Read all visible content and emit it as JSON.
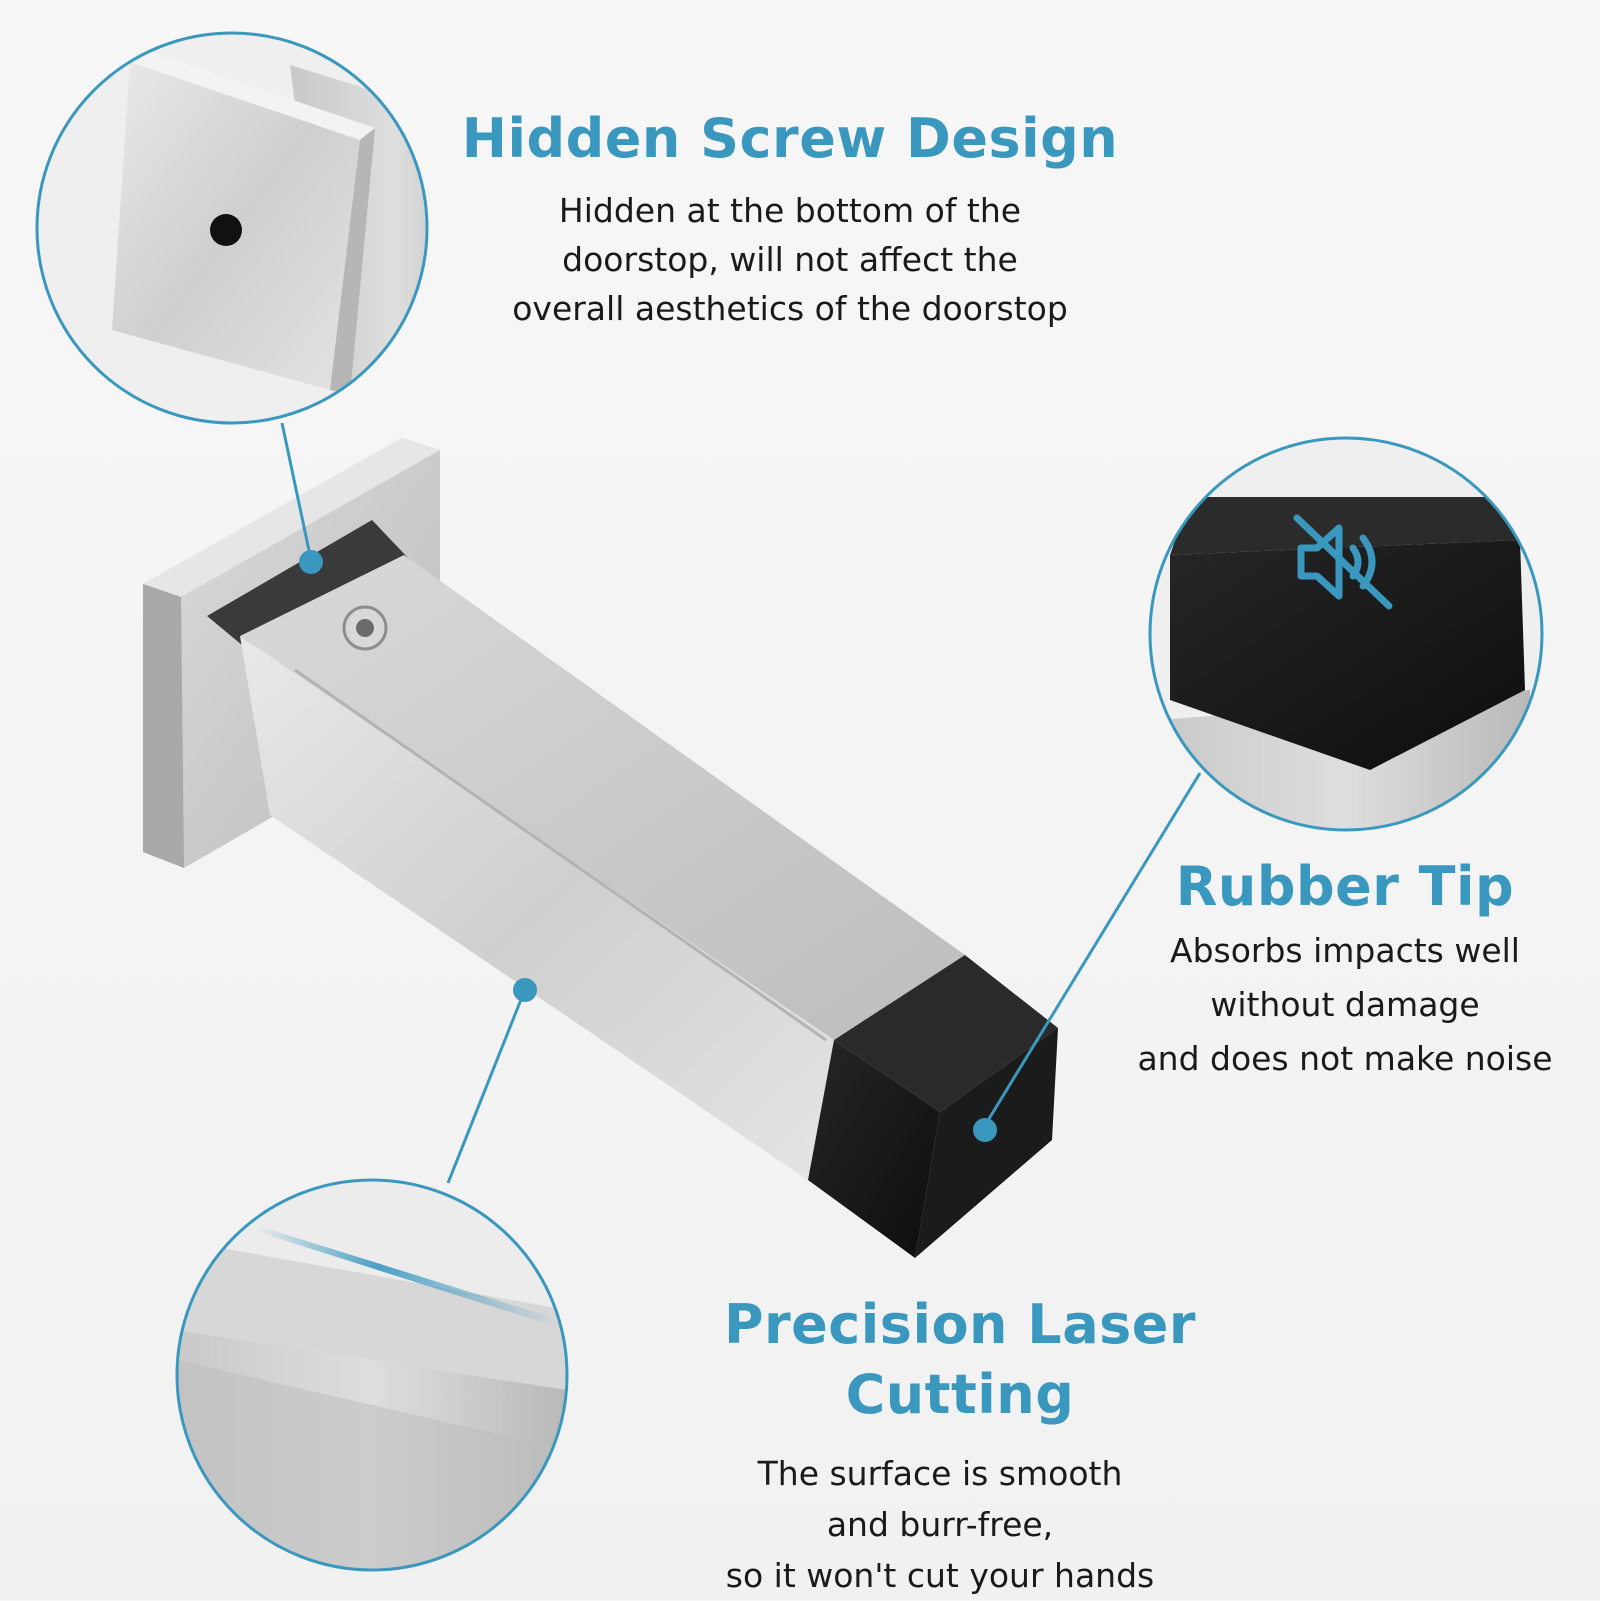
{
  "colors": {
    "accent": "#3a98bf",
    "text": "#1a1a1a",
    "metal": "#c9c9c9",
    "rubber": "#151515"
  },
  "features": {
    "hidden_screw": {
      "title": "Hidden Screw Design",
      "description": "Hidden at the bottom of the\ndoorstop, will not affect the\noverall aesthetics of the doorstop"
    },
    "rubber_tip": {
      "title": "Rubber Tip",
      "description": "Absorbs impacts well\nwithout damage\nand does not make noise",
      "icon": "mute-speaker-icon"
    },
    "laser_cutting": {
      "title": "Precision Laser Cutting",
      "description": "The surface is smooth\nand burr-free,\nso it won't cut your hands"
    }
  }
}
